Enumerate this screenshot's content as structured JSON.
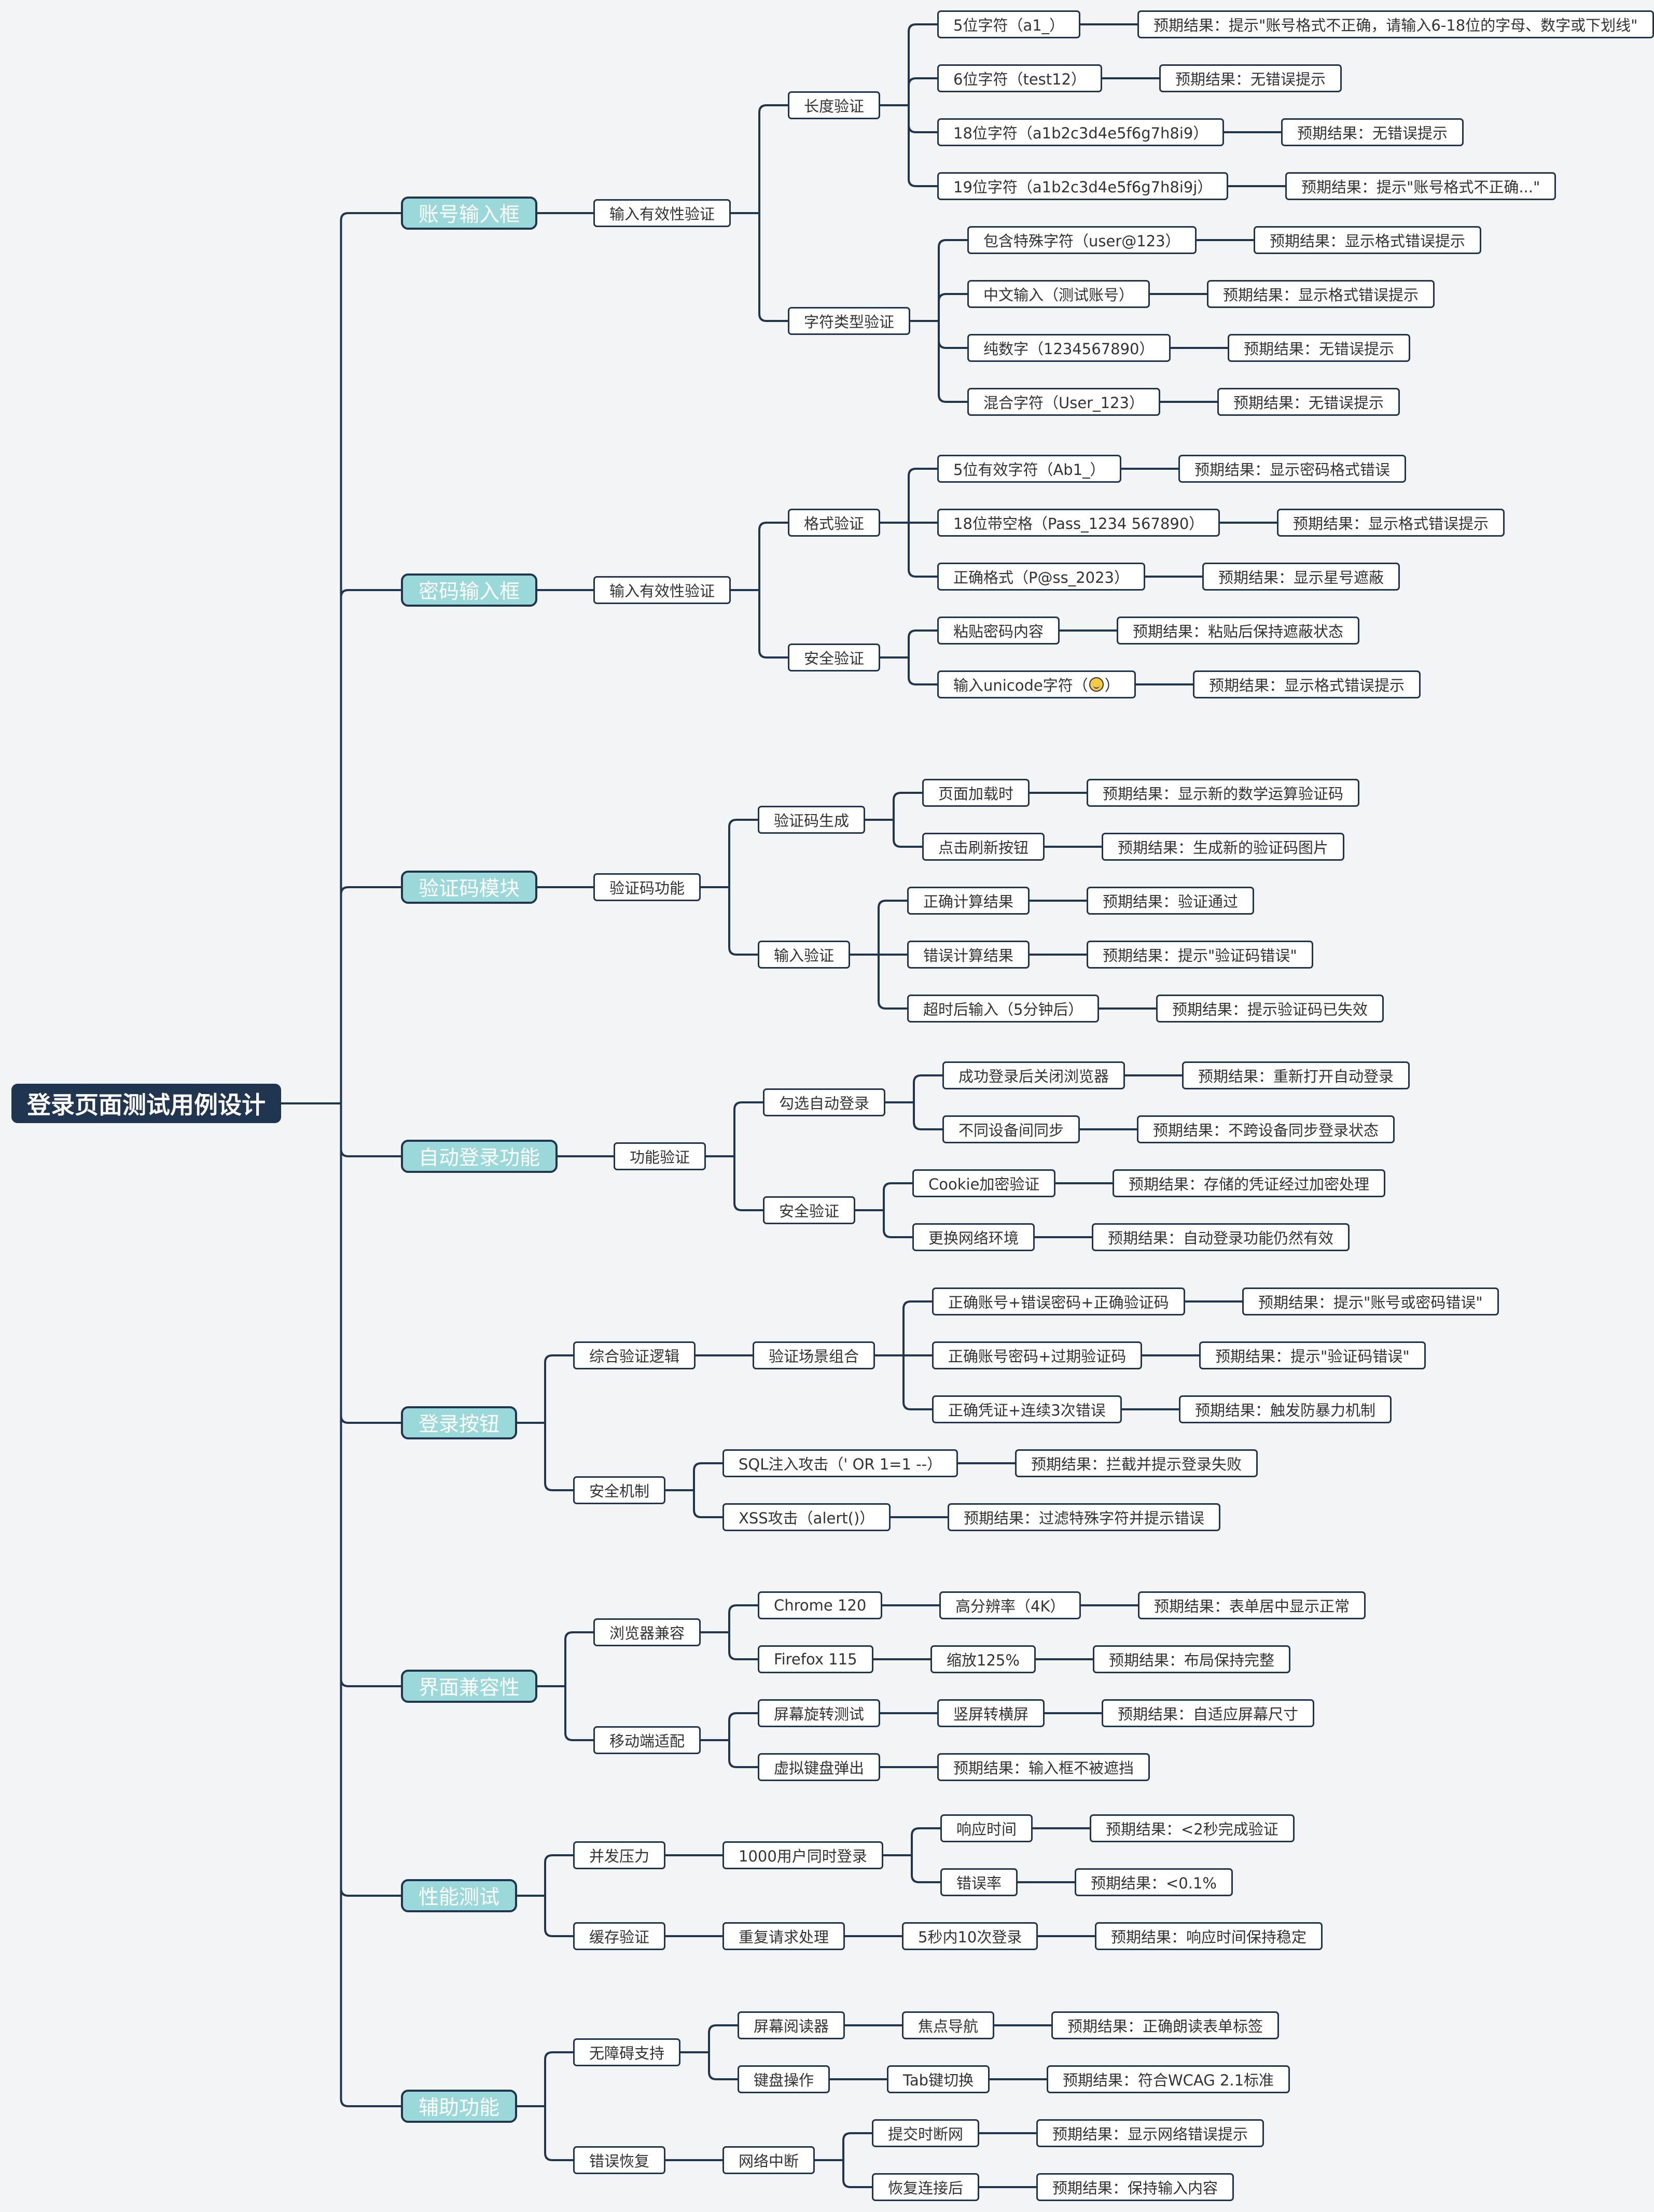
{
  "mindmap": {
    "root": {
      "label": "登录页面测试用例设计"
    },
    "branches": [
      {
        "label": "账号输入框",
        "children": [
          {
            "label": "输入有效性验证",
            "children": [
              {
                "label": "长度验证",
                "children": [
                  {
                    "label": "5位字符（a1_）",
                    "children": [
                      {
                        "label": "预期结果：提示\"账号格式不正确，请输入6-18位的字母、数字或下划线\""
                      }
                    ]
                  },
                  {
                    "label": "6位字符（test12）",
                    "children": [
                      {
                        "label": "预期结果：无错误提示"
                      }
                    ]
                  },
                  {
                    "label": "18位字符（a1b2c3d4e5f6g7h8i9）",
                    "children": [
                      {
                        "label": "预期结果：无错误提示"
                      }
                    ]
                  },
                  {
                    "label": "19位字符（a1b2c3d4e5f6g7h8i9j）",
                    "children": [
                      {
                        "label": "预期结果：提示\"账号格式不正确...\""
                      }
                    ]
                  }
                ]
              },
              {
                "label": "字符类型验证",
                "children": [
                  {
                    "label": "包含特殊字符（user@123）",
                    "children": [
                      {
                        "label": "预期结果：显示格式错误提示"
                      }
                    ]
                  },
                  {
                    "label": "中文输入（测试账号）",
                    "children": [
                      {
                        "label": "预期结果：显示格式错误提示"
                      }
                    ]
                  },
                  {
                    "label": "纯数字（1234567890）",
                    "children": [
                      {
                        "label": "预期结果：无错误提示"
                      }
                    ]
                  },
                  {
                    "label": "混合字符（User_123）",
                    "children": [
                      {
                        "label": "预期结果：无错误提示"
                      }
                    ]
                  }
                ]
              }
            ]
          }
        ]
      },
      {
        "label": "密码输入框",
        "children": [
          {
            "label": "输入有效性验证",
            "children": [
              {
                "label": "格式验证",
                "children": [
                  {
                    "label": "5位有效字符（Ab1_）",
                    "children": [
                      {
                        "label": "预期结果：显示密码格式错误"
                      }
                    ]
                  },
                  {
                    "label": "18位带空格（Pass_1234 567890）",
                    "children": [
                      {
                        "label": "预期结果：显示格式错误提示"
                      }
                    ]
                  },
                  {
                    "label": "正确格式（P@ss_2023）",
                    "children": [
                      {
                        "label": "预期结果：显示星号遮蔽"
                      }
                    ]
                  }
                ]
              },
              {
                "label": "安全验证",
                "children": [
                  {
                    "label": "粘贴密码内容",
                    "children": [
                      {
                        "label": "预期结果：粘贴后保持遮蔽状态"
                      }
                    ]
                  },
                  {
                    "label": "输入unicode字符（",
                    "suffix": "）",
                    "emoji": "smiley-emoji-icon",
                    "children": [
                      {
                        "label": "预期结果：显示格式错误提示"
                      }
                    ]
                  }
                ]
              }
            ]
          }
        ]
      },
      {
        "label": "验证码模块",
        "children": [
          {
            "label": "验证码功能",
            "children": [
              {
                "label": "验证码生成",
                "children": [
                  {
                    "label": "页面加载时",
                    "children": [
                      {
                        "label": "预期结果：显示新的数学运算验证码"
                      }
                    ]
                  },
                  {
                    "label": "点击刷新按钮",
                    "children": [
                      {
                        "label": "预期结果：生成新的验证码图片"
                      }
                    ]
                  }
                ]
              },
              {
                "label": "输入验证",
                "children": [
                  {
                    "label": "正确计算结果",
                    "children": [
                      {
                        "label": "预期结果：验证通过"
                      }
                    ]
                  },
                  {
                    "label": "错误计算结果",
                    "children": [
                      {
                        "label": "预期结果：提示\"验证码错误\""
                      }
                    ]
                  },
                  {
                    "label": "超时后输入（5分钟后）",
                    "children": [
                      {
                        "label": "预期结果：提示验证码已失效"
                      }
                    ]
                  }
                ]
              }
            ]
          }
        ]
      },
      {
        "label": "自动登录功能",
        "children": [
          {
            "label": "功能验证",
            "children": [
              {
                "label": "勾选自动登录",
                "children": [
                  {
                    "label": "成功登录后关闭浏览器",
                    "children": [
                      {
                        "label": "预期结果：重新打开自动登录"
                      }
                    ]
                  },
                  {
                    "label": "不同设备间同步",
                    "children": [
                      {
                        "label": "预期结果：不跨设备同步登录状态"
                      }
                    ]
                  }
                ]
              },
              {
                "label": "安全验证",
                "children": [
                  {
                    "label": "Cookie加密验证",
                    "children": [
                      {
                        "label": "预期结果：存储的凭证经过加密处理"
                      }
                    ]
                  },
                  {
                    "label": "更换网络环境",
                    "children": [
                      {
                        "label": "预期结果：自动登录功能仍然有效"
                      }
                    ]
                  }
                ]
              }
            ]
          }
        ]
      },
      {
        "label": "登录按钮",
        "children": [
          {
            "label": "综合验证逻辑",
            "children": [
              {
                "label": "验证场景组合",
                "children": [
                  {
                    "label": "正确账号+错误密码+正确验证码",
                    "children": [
                      {
                        "label": "预期结果：提示\"账号或密码错误\""
                      }
                    ]
                  },
                  {
                    "label": "正确账号密码+过期验证码",
                    "children": [
                      {
                        "label": "预期结果：提示\"验证码错误\""
                      }
                    ]
                  },
                  {
                    "label": "正确凭证+连续3次错误",
                    "children": [
                      {
                        "label": "预期结果：触发防暴力机制"
                      }
                    ]
                  }
                ]
              }
            ]
          },
          {
            "label": "安全机制",
            "children": [
              {
                "label": "SQL注入攻击（' OR 1=1 --）",
                "children": [
                  {
                    "label": "预期结果：拦截并提示登录失败"
                  }
                ]
              },
              {
                "label": "XSS攻击（alert()）",
                "children": [
                  {
                    "label": "预期结果：过滤特殊字符并提示错误"
                  }
                ]
              }
            ]
          }
        ]
      },
      {
        "label": "界面兼容性",
        "children": [
          {
            "label": "浏览器兼容",
            "children": [
              {
                "label": "Chrome 120",
                "children": [
                  {
                    "label": "高分辨率（4K）",
                    "children": [
                      {
                        "label": "预期结果：表单居中显示正常"
                      }
                    ]
                  }
                ]
              },
              {
                "label": "Firefox 115",
                "children": [
                  {
                    "label": "缩放125%",
                    "children": [
                      {
                        "label": "预期结果：布局保持完整"
                      }
                    ]
                  }
                ]
              }
            ]
          },
          {
            "label": "移动端适配",
            "children": [
              {
                "label": "屏幕旋转测试",
                "children": [
                  {
                    "label": "竖屏转横屏",
                    "children": [
                      {
                        "label": "预期结果：自适应屏幕尺寸"
                      }
                    ]
                  }
                ]
              },
              {
                "label": "虚拟键盘弹出",
                "children": [
                  {
                    "label": "预期结果：输入框不被遮挡"
                  }
                ]
              }
            ]
          }
        ]
      },
      {
        "label": "性能测试",
        "children": [
          {
            "label": "并发压力",
            "children": [
              {
                "label": "1000用户同时登录",
                "children": [
                  {
                    "label": "响应时间",
                    "children": [
                      {
                        "label": "预期结果：<2秒完成验证"
                      }
                    ]
                  },
                  {
                    "label": "错误率",
                    "children": [
                      {
                        "label": "预期结果：<0.1%"
                      }
                    ]
                  }
                ]
              }
            ]
          },
          {
            "label": "缓存验证",
            "children": [
              {
                "label": "重复请求处理",
                "children": [
                  {
                    "label": "5秒内10次登录",
                    "children": [
                      {
                        "label": "预期结果：响应时间保持稳定"
                      }
                    ]
                  }
                ]
              }
            ]
          }
        ]
      },
      {
        "label": "辅助功能",
        "children": [
          {
            "label": "无障碍支持",
            "children": [
              {
                "label": "屏幕阅读器",
                "children": [
                  {
                    "label": "焦点导航",
                    "children": [
                      {
                        "label": "预期结果：正确朗读表单标签"
                      }
                    ]
                  }
                ]
              },
              {
                "label": "键盘操作",
                "children": [
                  {
                    "label": "Tab键切换",
                    "children": [
                      {
                        "label": "预期结果：符合WCAG 2.1标准"
                      }
                    ]
                  }
                ]
              }
            ]
          },
          {
            "label": "错误恢复",
            "children": [
              {
                "label": "网络中断",
                "children": [
                  {
                    "label": "提交时断网",
                    "children": [
                      {
                        "label": "预期结果：显示网络错误提示"
                      }
                    ]
                  },
                  {
                    "label": "恢复连接后",
                    "children": [
                      {
                        "label": "预期结果：保持输入内容"
                      }
                    ]
                  }
                ]
              }
            ]
          }
        ]
      }
    ]
  }
}
